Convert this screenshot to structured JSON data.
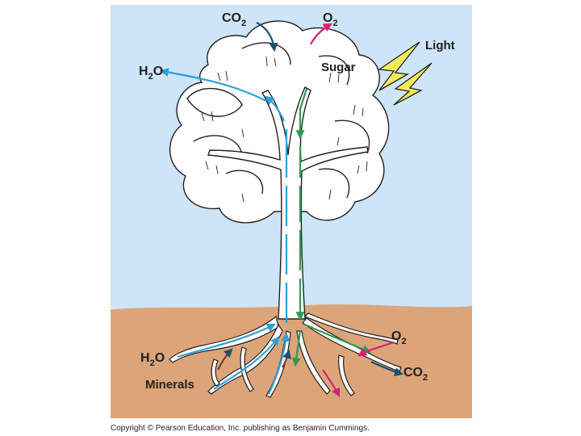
{
  "labels": {
    "co2_top": "CO",
    "o2_top": "O",
    "light": "Light",
    "h2o_top": "H",
    "h2o_top_suffix": "O",
    "sugar": "Sugar",
    "o2_root": "O",
    "co2_root": "CO",
    "h2o_root": "H",
    "h2o_root_suffix": "O",
    "minerals": "Minerals",
    "subscript_2": "2"
  },
  "copyright": "Copyright © Pearson Education, Inc. publishing as Benjamin Cummings.",
  "colors": {
    "sky": "#cde5f7",
    "soil": "#dba579",
    "water_arrow": "#2e9fd5",
    "sugar_arrow": "#2f9a52",
    "oxygen_arrow": "#d4246f",
    "co2_arrow": "#1d4f70",
    "light_bolt": "#f2ea5c",
    "trunk": "#ffffff",
    "outline": "#231f20"
  }
}
